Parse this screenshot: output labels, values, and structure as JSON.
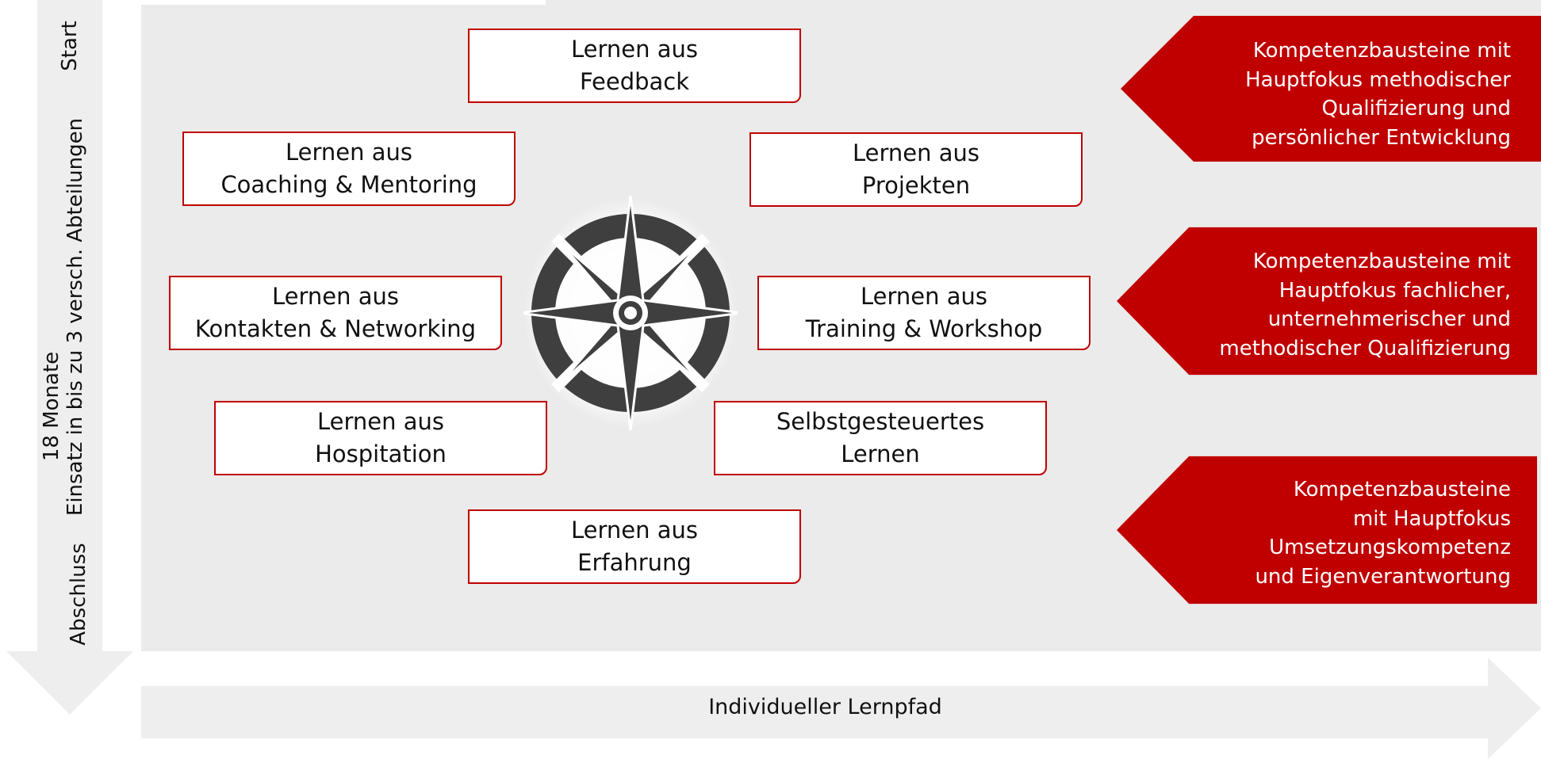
{
  "timeline": {
    "start": "Start",
    "duration": "18 Monate",
    "assignment": "Einsatz in bis zu 3 versch. Abteilungen",
    "end": "Abschluss"
  },
  "modules": {
    "feedback": {
      "line1": "Lernen aus",
      "line2": "Feedback"
    },
    "coaching": {
      "line1": "Lernen aus",
      "line2": "Coaching & Mentoring"
    },
    "projects": {
      "line1": "Lernen aus",
      "line2": "Projekten"
    },
    "networking": {
      "line1": "Lernen aus",
      "line2": "Kontakten & Networking"
    },
    "training": {
      "line1": "Lernen aus",
      "line2": "Training & Workshop"
    },
    "hospitation": {
      "line1": "Lernen aus",
      "line2": "Hospitation"
    },
    "selfdirected": {
      "line1": "Selbstgesteuertes",
      "line2": "Lernen"
    },
    "experience": {
      "line1": "Lernen aus",
      "line2": "Erfahrung"
    }
  },
  "focus": [
    {
      "lines": [
        "Kompetenzbausteine mit",
        "Hauptfokus methodischer",
        "Qualifizierung und",
        "persönlicher Entwicklung"
      ]
    },
    {
      "lines": [
        "Kompetenzbausteine mit",
        "Hauptfokus fachlicher,",
        "unternehmerischer und",
        "methodischer Qualifizierung"
      ]
    },
    {
      "lines": [
        "Kompetenzbausteine",
        "mit Hauptfokus",
        "Umsetzungskompetenz",
        "und Eigenverantwortung"
      ]
    }
  ],
  "path_label": "Individueller Lernpfad",
  "icons": {
    "center": "compass-rose-icon"
  },
  "colors": {
    "accent": "#c00000",
    "panel": "#ebebeb",
    "arrow": "#eeeeee",
    "compass": "#3f3f3f"
  }
}
